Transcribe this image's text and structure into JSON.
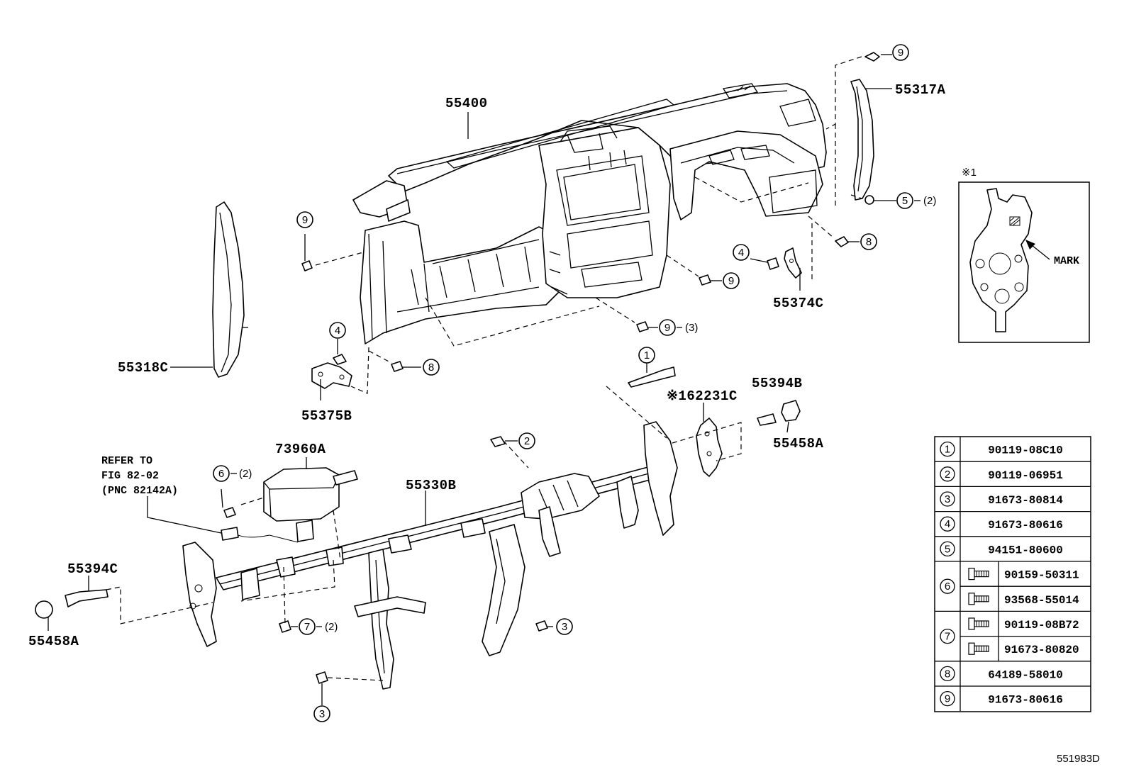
{
  "labels": {
    "p55400": "55400",
    "p55317A": "55317A",
    "p55318C": "55318C",
    "p55375B": "55375B",
    "p55374C": "55374C",
    "p62231C": "※162231C",
    "p55394B": "55394B",
    "p55458A_right": "55458A",
    "p73960A": "73960A",
    "p55330B": "55330B",
    "p55394C": "55394C",
    "p55458A_left": "55458A",
    "refer_1": "REFER TO",
    "refer_2": "FIG 82-02",
    "refer_3": "(PNC 82142A)"
  },
  "callouts": {
    "c9_top": "9",
    "c5": "5",
    "c5_qty": "(2)",
    "c8_right": "8",
    "c4_right": "4",
    "c9_mid_right": "9",
    "c9_lower": "9",
    "c9_lower_qty": "(3)",
    "c9_left": "9",
    "c4_left": "4",
    "c8_left": "8",
    "c1": "1",
    "c2": "2",
    "c6": "6",
    "c6_qty": "(2)",
    "c7": "7",
    "c7_qty": "(2)",
    "c3_right": "3",
    "c3_bottom": "3"
  },
  "inset": {
    "title": "※1",
    "mark_label": "MARK"
  },
  "parts_table": [
    {
      "num": "1",
      "codes": [
        "90119-08C10"
      ]
    },
    {
      "num": "2",
      "codes": [
        "90119-06951"
      ]
    },
    {
      "num": "3",
      "codes": [
        "91673-80814"
      ]
    },
    {
      "num": "4",
      "codes": [
        "91673-80616"
      ]
    },
    {
      "num": "5",
      "codes": [
        "94151-80600"
      ]
    },
    {
      "num": "6",
      "codes": [
        "90159-50311",
        "93568-55014"
      ]
    },
    {
      "num": "7",
      "codes": [
        "90119-08B72",
        "91673-80820"
      ]
    },
    {
      "num": "8",
      "codes": [
        "64189-58010"
      ]
    },
    {
      "num": "9",
      "codes": [
        "91673-80616"
      ]
    }
  ],
  "figure_code": "551983D"
}
